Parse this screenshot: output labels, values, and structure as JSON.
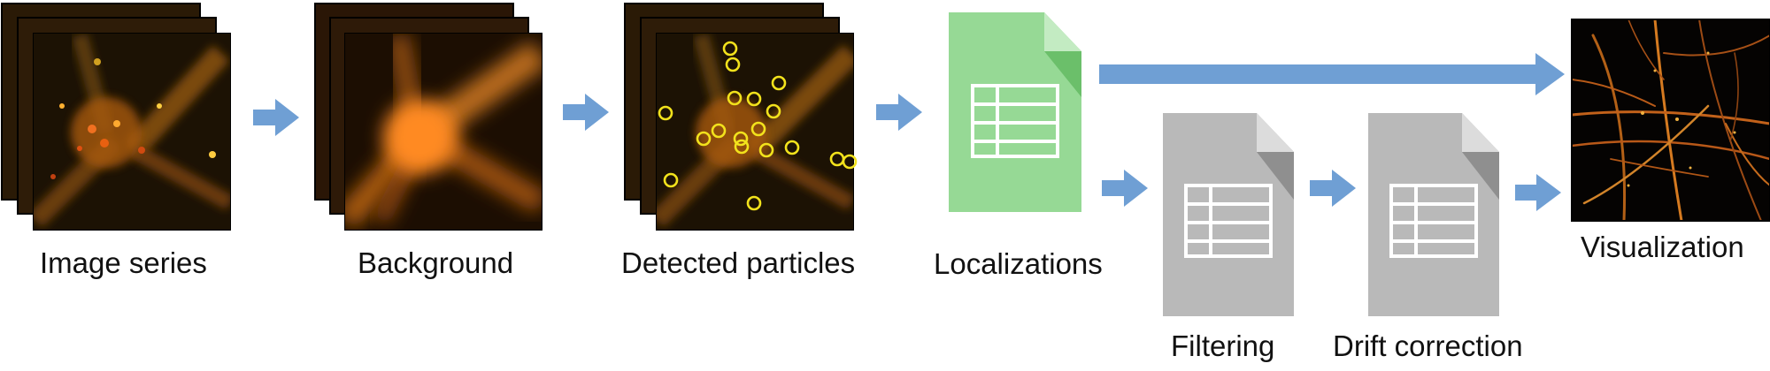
{
  "steps": {
    "image_series": "Image series",
    "background": "Background",
    "detected_particles": "Detected particles",
    "localizations": "Localizations",
    "filtering": "Filtering",
    "drift_correction": "Drift correction",
    "visualization": "Visualization"
  },
  "colors": {
    "arrow": "#6f9fd4",
    "doc_green": "#96d995",
    "doc_green_fold": "#6bbf6a",
    "doc_gray": "#b9b9b9",
    "doc_gray_fold": "#8f8f8f",
    "particle_ring": "#f2e21c"
  }
}
